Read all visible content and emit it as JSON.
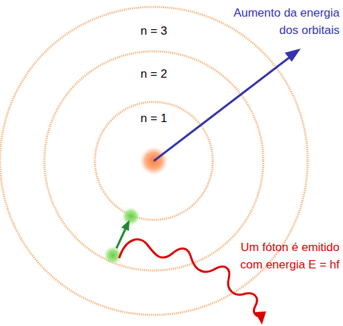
{
  "diagram": {
    "labels": [
      "Aumento da energia dos orbitais",
      "n = 3",
      "n = 2",
      "n = 1",
      "Um fóton é emitido com energia E = hf"
    ]
  }
}
